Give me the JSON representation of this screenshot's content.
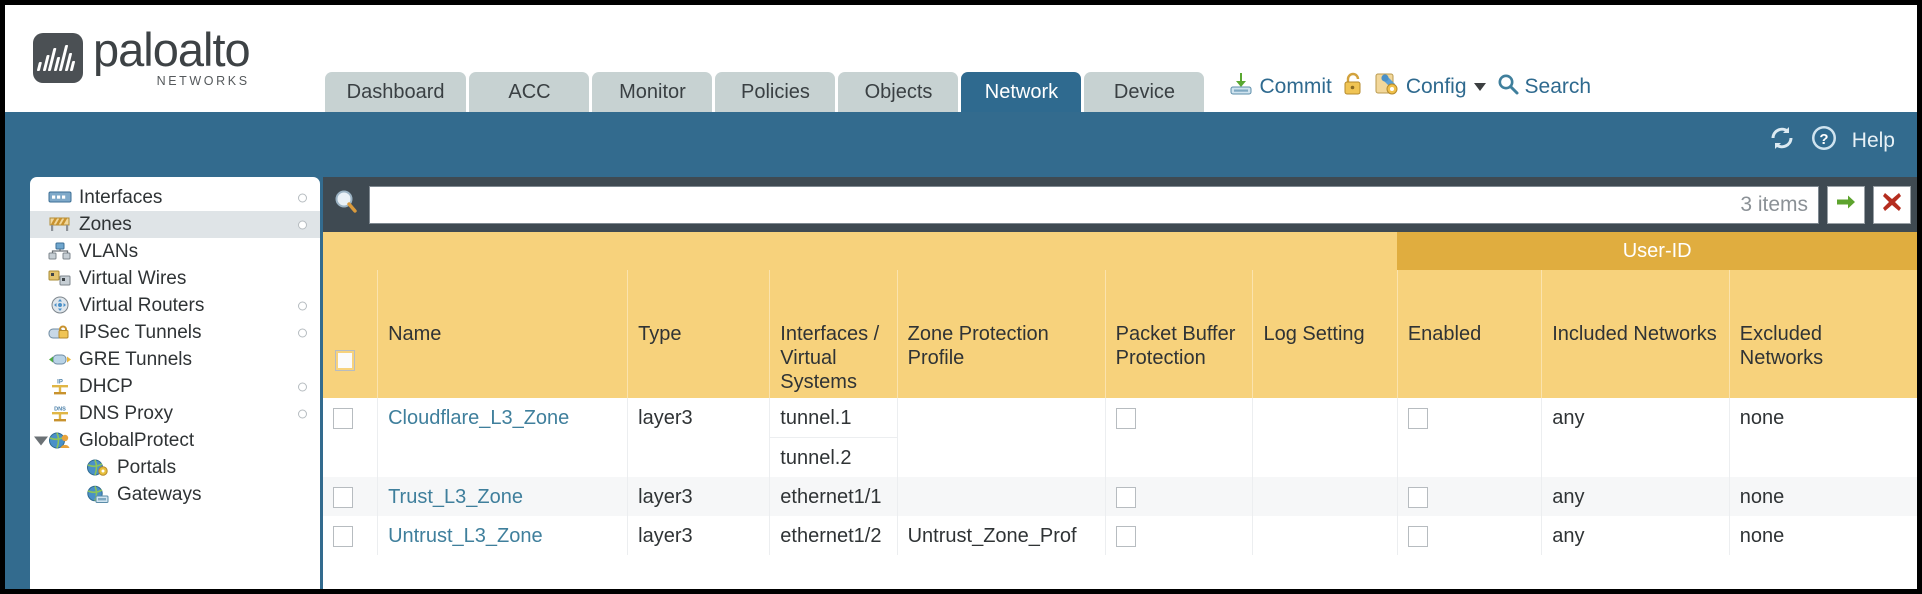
{
  "brand": {
    "name": "paloalto",
    "tagline": "NETWORKS",
    "logo_icon": "paloalto-logo-icon"
  },
  "nav": {
    "tabs": [
      {
        "label": "Dashboard",
        "active": false
      },
      {
        "label": "ACC",
        "active": false
      },
      {
        "label": "Monitor",
        "active": false
      },
      {
        "label": "Policies",
        "active": false
      },
      {
        "label": "Objects",
        "active": false
      },
      {
        "label": "Network",
        "active": true
      },
      {
        "label": "Device",
        "active": false
      }
    ]
  },
  "header_actions": {
    "commit": {
      "label": "Commit",
      "icon": "commit-save-icon"
    },
    "lock": {
      "icon": "padlock-icon"
    },
    "config": {
      "label": "Config",
      "icon": "config-wrench-icon",
      "caret": "chevron-down-icon"
    },
    "search": {
      "label": "Search",
      "icon": "search-magnifier-icon"
    }
  },
  "band": {
    "refresh": {
      "icon": "refresh-icon"
    },
    "help": {
      "label": "Help",
      "icon": "help-question-icon"
    }
  },
  "sidebar": {
    "items": [
      {
        "label": "Interfaces",
        "icon": "interfaces-icon",
        "selected": false,
        "dot": true,
        "child": false,
        "expander": false
      },
      {
        "label": "Zones",
        "icon": "zones-barrier-icon",
        "selected": true,
        "dot": true,
        "child": false,
        "expander": false
      },
      {
        "label": "VLANs",
        "icon": "vlans-network-icon",
        "selected": false,
        "dot": false,
        "child": false,
        "expander": false
      },
      {
        "label": "Virtual Wires",
        "icon": "virtual-wires-icon",
        "selected": false,
        "dot": false,
        "child": false,
        "expander": false
      },
      {
        "label": "Virtual Routers",
        "icon": "virtual-routers-icon",
        "selected": false,
        "dot": true,
        "child": false,
        "expander": false
      },
      {
        "label": "IPSec Tunnels",
        "icon": "ipsec-tunnels-lock-icon",
        "selected": false,
        "dot": true,
        "child": false,
        "expander": false
      },
      {
        "label": "GRE Tunnels",
        "icon": "gre-tunnels-icon",
        "selected": false,
        "dot": false,
        "child": false,
        "expander": false
      },
      {
        "label": "DHCP",
        "icon": "dhcp-ip-icon",
        "selected": false,
        "dot": true,
        "child": false,
        "expander": false
      },
      {
        "label": "DNS Proxy",
        "icon": "dns-proxy-icon",
        "selected": false,
        "dot": true,
        "child": false,
        "expander": false
      },
      {
        "label": "GlobalProtect",
        "icon": "globalprotect-globe-icon",
        "selected": false,
        "dot": false,
        "child": false,
        "expander": true
      },
      {
        "label": "Portals",
        "icon": "portals-globe-icon",
        "selected": false,
        "dot": false,
        "child": true,
        "expander": false
      },
      {
        "label": "Gateways",
        "icon": "gateways-globe-icon",
        "selected": false,
        "dot": false,
        "child": true,
        "expander": false
      }
    ]
  },
  "filter": {
    "search_icon": "search-magnifier-icon",
    "value": "",
    "placeholder": "",
    "items_count": "3 items",
    "apply_icon": "green-arrow-apply-icon",
    "clear_icon": "red-x-clear-icon"
  },
  "table": {
    "group_header": "User-ID",
    "columns": [
      "Name",
      "Type",
      "Interfaces / Virtual Systems",
      "Zone Protection Profile",
      "Packet Buffer Protection",
      "Log Setting",
      "Enabled",
      "Included Networks",
      "Excluded Networks"
    ],
    "select_all_checkbox": false,
    "rows": [
      {
        "selected": false,
        "name": "Cloudflare_L3_Zone",
        "type": "layer3",
        "interfaces": [
          "tunnel.1",
          "tunnel.2"
        ],
        "zone_protection_profile": "",
        "packet_buffer_protection": false,
        "log_setting": "",
        "user_id_enabled": false,
        "included_networks": "any",
        "excluded_networks": "none"
      },
      {
        "selected": false,
        "name": "Trust_L3_Zone",
        "type": "layer3",
        "interfaces": [
          "ethernet1/1"
        ],
        "zone_protection_profile": "",
        "packet_buffer_protection": false,
        "log_setting": "",
        "user_id_enabled": false,
        "included_networks": "any",
        "excluded_networks": "none"
      },
      {
        "selected": false,
        "name": "Untrust_L3_Zone",
        "type": "layer3",
        "interfaces": [
          "ethernet1/2"
        ],
        "zone_protection_profile": "Untrust_Zone_Prof",
        "packet_buffer_protection": false,
        "log_setting": "",
        "user_id_enabled": false,
        "included_networks": "any",
        "excluded_networks": "none"
      }
    ]
  },
  "colors": {
    "brand_blue": "#336b8e",
    "tab_inactive": "#c7d2d2",
    "header_yellow": "#f7d27c",
    "group_gold": "#e0ad3f",
    "link_teal": "#3f7f9c",
    "filterbar": "#3f4a52"
  }
}
